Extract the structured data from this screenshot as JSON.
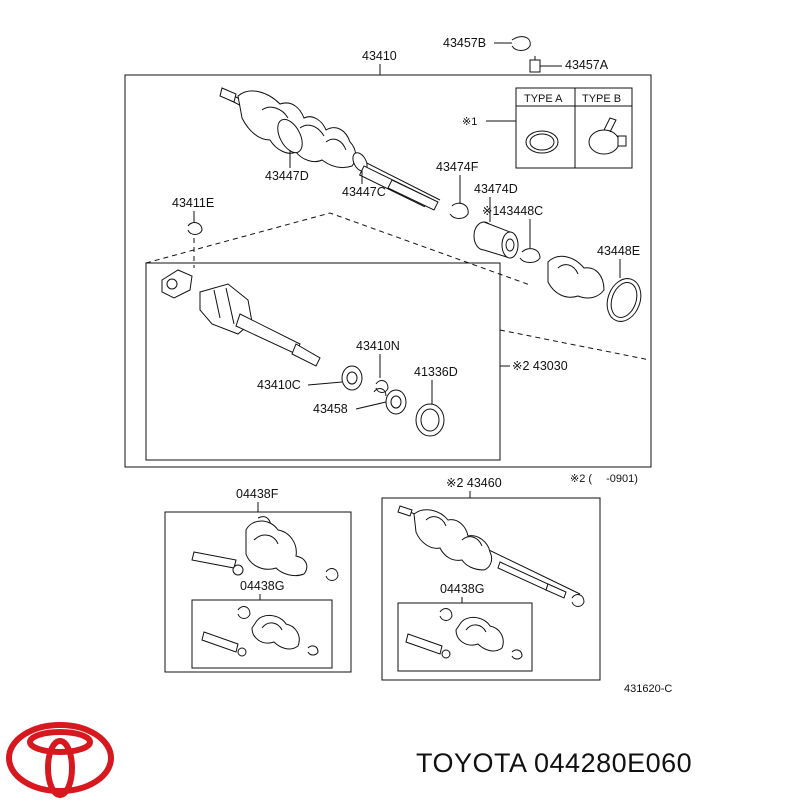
{
  "diagram": {
    "labels": {
      "main_shaft": "43410",
      "clamp_b": "43457B",
      "clamp_a": "43457A",
      "boot_outer": "43447D",
      "clamp_outer": "43447C",
      "clamp_f": "43474F",
      "boot_d": "43474D",
      "clamp_c": "※143448C",
      "band_e": "43448E",
      "snap_e": "43411E",
      "ring_n": "43410N",
      "joint_c": "43410C",
      "boot_41336": "41336D",
      "part_43458": "43458",
      "inboard_joint": "※2 43030",
      "note_range": "※2 (　 -0901)",
      "kit_f": "04438F",
      "kit_g_left": "04438G",
      "assy_43460": "※2 43460",
      "kit_g_right": "04438G",
      "drawing_no": "431620-C"
    },
    "type_table": {
      "marker": "※1",
      "type_a": "TYPE  A",
      "type_b": "TYPE  B"
    }
  },
  "footer": {
    "brand_part": "TOYOTA 044280E060",
    "logo": "toyota-logo"
  }
}
